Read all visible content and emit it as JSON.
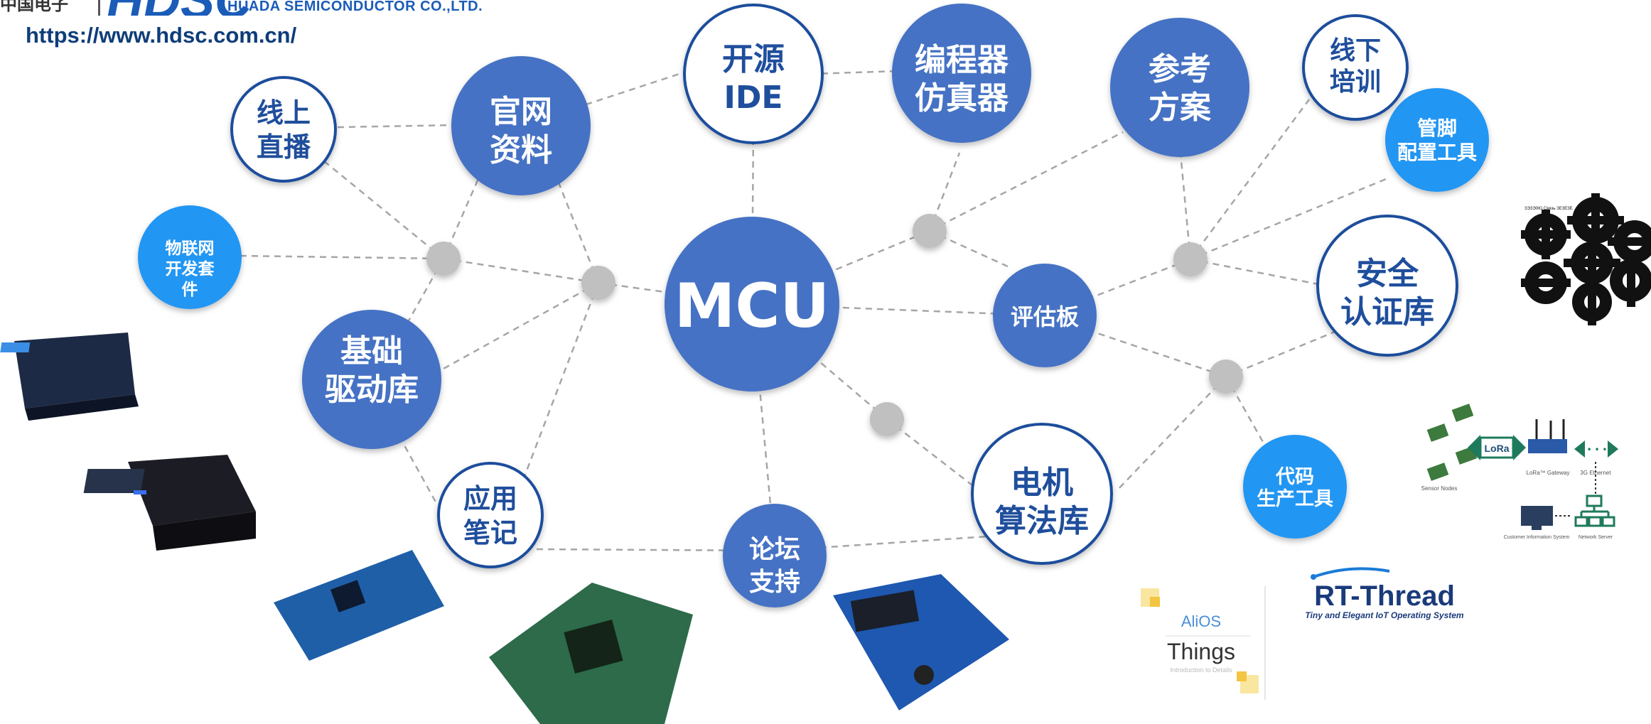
{
  "header": {
    "logo_cn": "中国电子",
    "logo_brand": "HDSC",
    "company_name": "HUADA SEMICONDUCTOR CO.,LTD.",
    "url": "https://www.hdsc.com.cn/"
  },
  "diagram": {
    "center": "MCU",
    "nodes": {
      "open_ide": [
        "开源",
        "IDE"
      ],
      "programmer": [
        "编程器",
        "仿真器"
      ],
      "reference": [
        "参考",
        "方案"
      ],
      "offline_training": [
        "线下",
        "培训"
      ],
      "pin_tool": [
        "管脚",
        "配置工具"
      ],
      "official": [
        "官网",
        "资料"
      ],
      "live": [
        "线上",
        "直播"
      ],
      "iot_kit": [
        "物联网",
        "开发套",
        "件"
      ],
      "driver": [
        "基础",
        "驱动库"
      ],
      "app_notes": [
        "应用",
        "笔记"
      ],
      "forum": [
        "论坛",
        "支持"
      ],
      "eval_board": [
        "评估板"
      ],
      "motor": [
        "电机",
        "算法库"
      ],
      "security": [
        "安全",
        "认证库"
      ],
      "code_tool": [
        "代码",
        "生产工具"
      ]
    }
  },
  "logos": {
    "alios_brand": "AliOS",
    "alios_product": "Things",
    "alios_sub": "Introduction to Details",
    "rtthread_name": "RT-Thread",
    "rtthread_tagline": "Tiny and Elegant IoT Operating System"
  },
  "lora": {
    "badge": "LoRa",
    "sensor_nodes": "Sensor Nodes",
    "gateway": "LoRa™ Gateway",
    "ethernet": "3G Ethernet",
    "customer": "Customer Information System",
    "network": "Network Server"
  },
  "gears_caption": "ЗЭЗЭ0Ю Связь ЗЕЗЕЗЕ",
  "colors": {
    "primary": "#4472c4",
    "outline_text": "#1f4e9c",
    "light_blue": "#2196f3",
    "hub_gray": "#c0c0c0",
    "line": "#a6a6a6"
  }
}
